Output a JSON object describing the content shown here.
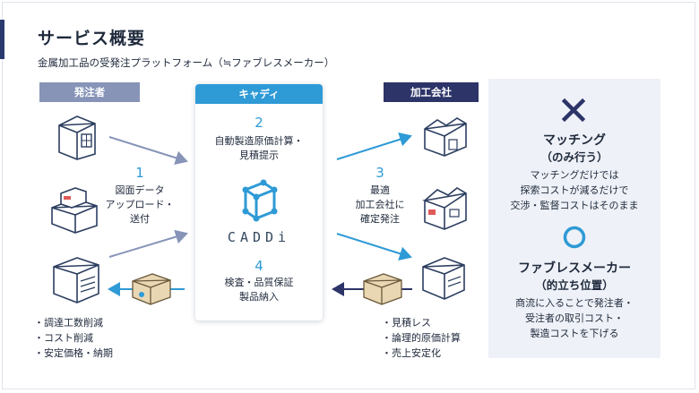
{
  "header": {
    "title": "サービス概要",
    "subtitle": "金属加工品の受発注プラットフォーム（≒ファブレスメーカー）"
  },
  "columns": {
    "hacchu": "発注者",
    "caddi": "キャディ",
    "kakou": "加工会社"
  },
  "caddi_box": {
    "step2_num": "2",
    "step2_line1": "自動製造原価計算・",
    "step2_line2": "見積提示",
    "logo_text": "CADDi",
    "step4_num": "4",
    "step4_line1": "検査・品質保証",
    "step4_line2": "製品納入"
  },
  "step1": {
    "num": "1",
    "line1": "図面データ",
    "line2": "アップロード・",
    "line3": "送付"
  },
  "step3": {
    "num": "3",
    "line1": "最適",
    "line2": "加工会社に",
    "line3": "確定発注"
  },
  "bullets_left": [
    "調達工数削減",
    "コスト削減",
    "安定価格・納期"
  ],
  "bullets_right": [
    "見積レス",
    "論理的原価計算",
    "売上安定化"
  ],
  "panel": {
    "matching_title": "マッチング",
    "matching_sub": "（のみ行う）",
    "matching_line1": "マッチングだけでは",
    "matching_line2": "探索コストが減るだけで",
    "matching_line3": "交渉・監督コストはそのまま",
    "fabless_title": "ファブレスメーカー",
    "fabless_sub": "（的立ち位置）",
    "fabless_line1": "商流に入ることで発注者・",
    "fabless_line2": "受注者の取引コスト・",
    "fabless_line3": "製造コストを下げる"
  },
  "colors": {
    "accent_dark": "#2b3a6e",
    "caddi_blue": "#2e9ad6",
    "hacchu_label": "#8794b8",
    "kakou_label": "#2c3468",
    "panel_bg": "#eef1f7"
  }
}
